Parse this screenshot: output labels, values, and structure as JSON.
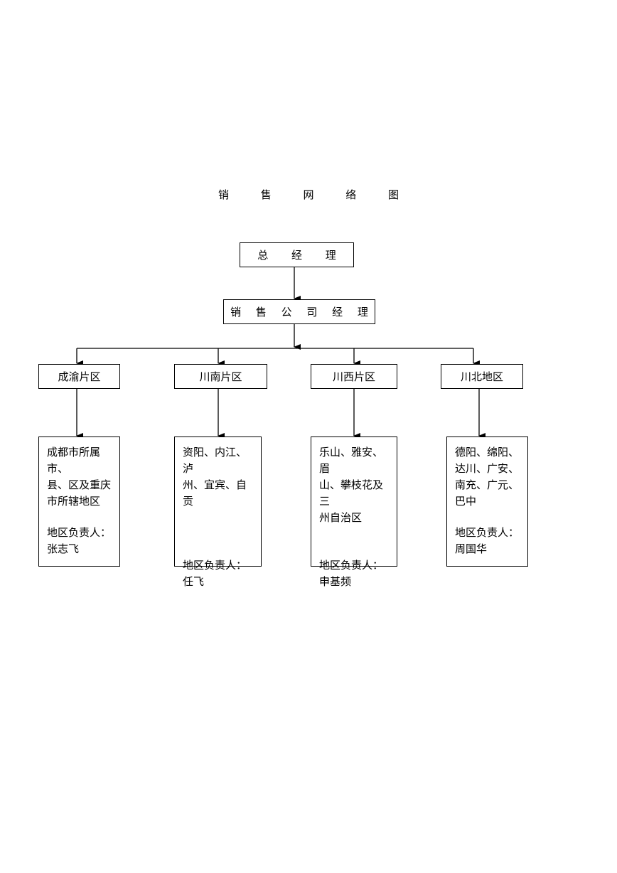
{
  "title": "销 售 网 络 图",
  "general_manager": "总 经 理",
  "sales_manager": "销 售 公 司 经 理",
  "regions": [
    {
      "name": "成渝片区",
      "coverage": "成都市所属市、\n县、区及重庆\n市所辖地区",
      "manager_label": "地区负责人：",
      "manager_name": "张志飞"
    },
    {
      "name": "川南片区",
      "coverage": "资阳、内江、泸\n州、宜宾、自贡",
      "manager_label": "地区负责人：",
      "manager_name": "任飞"
    },
    {
      "name": "川西片区",
      "coverage": "乐山、雅安、眉\n山、攀枝花及三\n州自治区",
      "manager_label": "地区负责人：",
      "manager_name": "申基频"
    },
    {
      "name": "川北地区",
      "coverage": "德阳、绵阳、\n达川、广安、\n南充、广元、\n巴中",
      "manager_label": "地区负责人：",
      "manager_name": "周国华"
    }
  ]
}
